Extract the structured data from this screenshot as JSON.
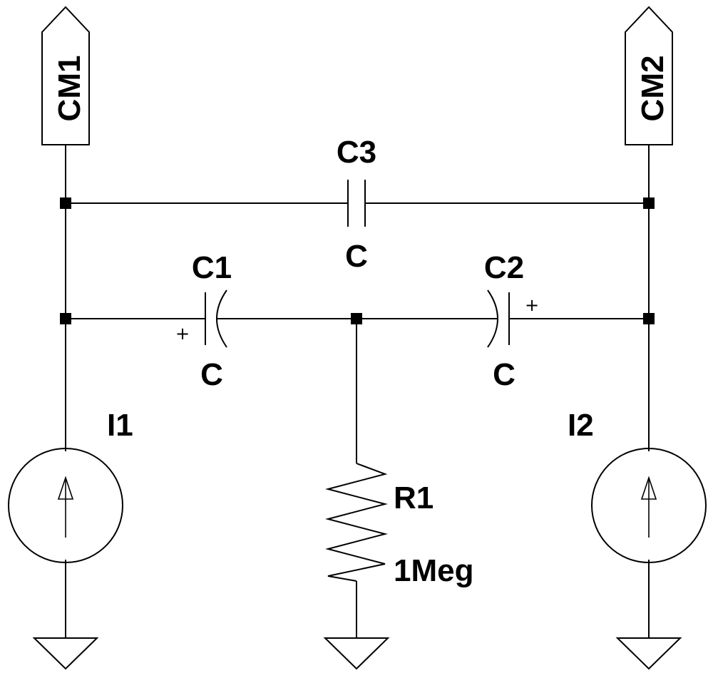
{
  "net_labels": {
    "cm1": "CM1",
    "cm2": "CM2"
  },
  "components": {
    "c1": {
      "name": "C1",
      "value": "C",
      "polarity": "+"
    },
    "c2": {
      "name": "C2",
      "value": "C",
      "polarity": "+"
    },
    "c3": {
      "name": "C3",
      "value": "C"
    },
    "i1": {
      "name": "I1"
    },
    "i2": {
      "name": "I2"
    },
    "r1": {
      "name": "R1",
      "value": "1Meg"
    }
  },
  "colors": {
    "line": "#000000",
    "background": "#ffffff"
  }
}
